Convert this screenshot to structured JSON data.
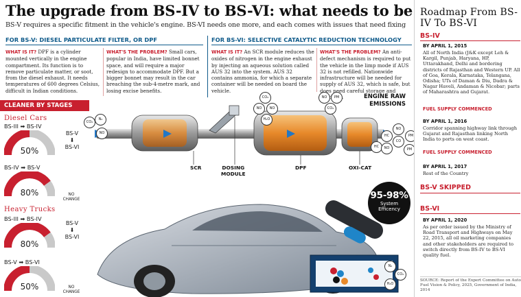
{
  "header": {
    "title": "The upgrade from BS-IV to BS-VI: what needs to be done",
    "subtitle": "BS-V requires a specific fitment in the vehicle's engine. BS-VI needs one more, and each comes with issues that need fixing"
  },
  "bs5": {
    "heading": "FOR BS-V: DIESEL PARTICULATE FILTER, OR DPF",
    "what_lead": "WHAT IS IT?",
    "what_text": "DPF is a cylinder mounted vertically in the engine compartment. Its function is to remove particulate matter, or soot, from the diesel exhaust. It needs temperatures of 600 degrees Celsius, difficult in Indian conditions.",
    "problem_lead": "WHAT'S THE PROBLEM?",
    "problem_text": "Small cars, popular in India, have limited bonnet space, and will require a major redesign to accommodate DPF. But a bigger bonnet may result in the car breaching the sub-4-metre mark, and losing excise benefits."
  },
  "bs6": {
    "heading": "FOR BS-VI: SELECTIVE CATALYTIC REDUCTION TECHNOLOGY",
    "what_lead": "WHAT IS IT?",
    "what_text": "An SCR module reduces the oxides of nitrogen in the engine exhaust by injecting an aqueous solution called AUS 32 into the system. AUS 32 contains ammonia, for which a separate container will be needed on board the vehicle.",
    "problem_lead": "WHAT'S THE PROBLEM?",
    "problem_text": "An anti-defect mechanism is required to put the vehicle in the limp mode if AUS 32 is not refilled. Nationwide infrastructure will be needed for supply of AUS 32, which is safe, but does need careful storage and handling."
  },
  "cleaner": {
    "heading": "CLEANER BY STAGES",
    "cars_title": "Diesel Cars",
    "trucks_title": "Heavy Trucks",
    "gauges": [
      {
        "stage": "BS-III ➡ BS-IV",
        "value": "50%",
        "fraction": 0.5,
        "note_top": "BS-V",
        "arrow": "⬇",
        "note_bottom": "BS-VI"
      },
      {
        "stage": "BS-IV ➡ BS-V",
        "value": "80%",
        "fraction": 0.8,
        "note_top": "NO",
        "note_bottom": "CHANGE"
      },
      {
        "stage": "BS-III ➡ BS-IV",
        "value": "80%",
        "fraction": 0.8,
        "note_top": "BS-V",
        "arrow": "⬇",
        "note_bottom": "BS-VI"
      },
      {
        "stage": "BS-V ➡ BS-VI",
        "value": "50%",
        "fraction": 0.5,
        "note_top": "NO",
        "note_bottom": "CHANGE"
      }
    ]
  },
  "diagram": {
    "scr": "SCR",
    "dosing_1": "DOSING",
    "dosing_2": "MODULE",
    "dpf": "DPF",
    "oxicat": "OXI-CAT",
    "raw_1": "ENGINE RAW",
    "raw_2": "EMISSIONS",
    "eff_value": "95-98%",
    "eff_cap_1": "System",
    "eff_cap_2": "Efficency",
    "bubbles": [
      "CO₂",
      "NO",
      "NO",
      "H₂O",
      "NO",
      "PM",
      "CO₂",
      "HC",
      "NO",
      "CO",
      "PM",
      "NO",
      "CO₂",
      "N₂",
      "HC",
      "NO",
      "PM",
      "N₂",
      "CO₂",
      "H₂O"
    ]
  },
  "roadmap": {
    "title": "Roadmap From BS-IV To BS-VI",
    "bs4_head": "BS-IV",
    "e1_date": "BY APRIL 1, 2015",
    "e1_text": "All of North India (J&K except Leh & Kargil, Punjab, Haryana, HP, Uttarakhand, Delhi and bordering districts of Rajasthan and Western UP. All of Goa, Kerala, Karnataka, Telangana, Odisha; UTs of Daman & Diu, Dadra & Nagar Haveli, Andaman & Nicobar; parts of Maharashtra and Gujarat.",
    "e1_fuel": "FUEL SUPPLY COMMENCED",
    "e2_date": "BY APRIL 1, 2016",
    "e2_text": "Corridor spanning highway link through Gujarat and Rajasthan linking North India to ports on west coast.",
    "e2_fuel": "FUEL SUPPLY COMMENCED",
    "e3_date": "BY APRIL 1, 2017",
    "e3_text": "Rest of the Country",
    "bs5_head": "BS-V SKIPPED",
    "bs6_head": "BS-VI",
    "e4_date": "BY APRIL 1, 2020",
    "e4_text": "As per order issued by the Ministry of Road Transport and Highways on May 22, 2015, all oil marketing companies and other stakeholders are required to switch directly from BS-IV to BS-VI quality fuel.",
    "source": "SOURCE: Report of the Expert Committee on Auto Fuel Vision & Policy, 2025, Government of India, 2014"
  },
  "colors": {
    "accent_red": "#c8202f",
    "accent_blue": "#0e5a8a",
    "gauge_grey": "#c9c9c9"
  }
}
